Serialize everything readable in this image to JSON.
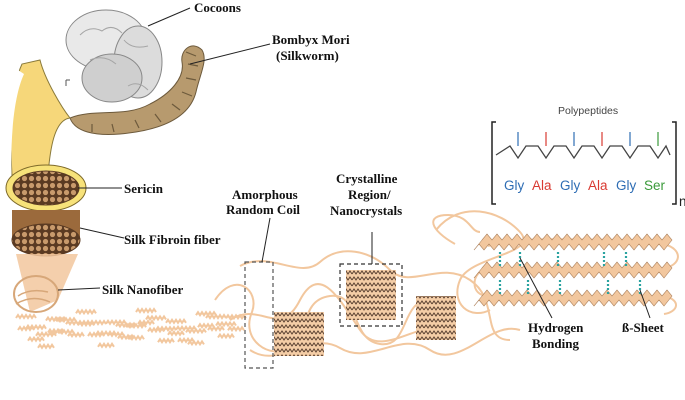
{
  "labels": {
    "cocoons": "Cocoons",
    "bombyx_line1": "Bombyx Mori",
    "bombyx_line2": "(Silkworm)",
    "sericin": "Sericin",
    "fibroin_fiber": "Silk Fibroin fiber",
    "nanofiber": "Silk Nanofiber",
    "amorphous_line1": "Amorphous",
    "amorphous_line2": "Random Coil",
    "crystalline_line1": "Crystalline",
    "crystalline_line2": "Region/",
    "crystalline_line3": "Nanocrystals",
    "hbond_line1": "Hydrogen",
    "hbond_line2": "Bonding",
    "beta_sheet": "ß-Sheet"
  },
  "polypeptide": {
    "title": "Polypeptides",
    "subscript": "n",
    "residues": [
      {
        "name": "Gly",
        "color": "#2e6db4"
      },
      {
        "name": "Ala",
        "color": "#d93a32"
      },
      {
        "name": "Gly",
        "color": "#2e6db4"
      },
      {
        "name": "Ala",
        "color": "#d93a32"
      },
      {
        "name": "Gly",
        "color": "#2e6db4"
      },
      {
        "name": "Ser",
        "color": "#3a9a3a"
      }
    ]
  },
  "colors": {
    "fiber": "#f2c79e",
    "fiber_dark": "#b08560",
    "sericin": "#f7e27a",
    "fibroin": "#9b6a3c",
    "hbond": "#2aa3a0"
  }
}
